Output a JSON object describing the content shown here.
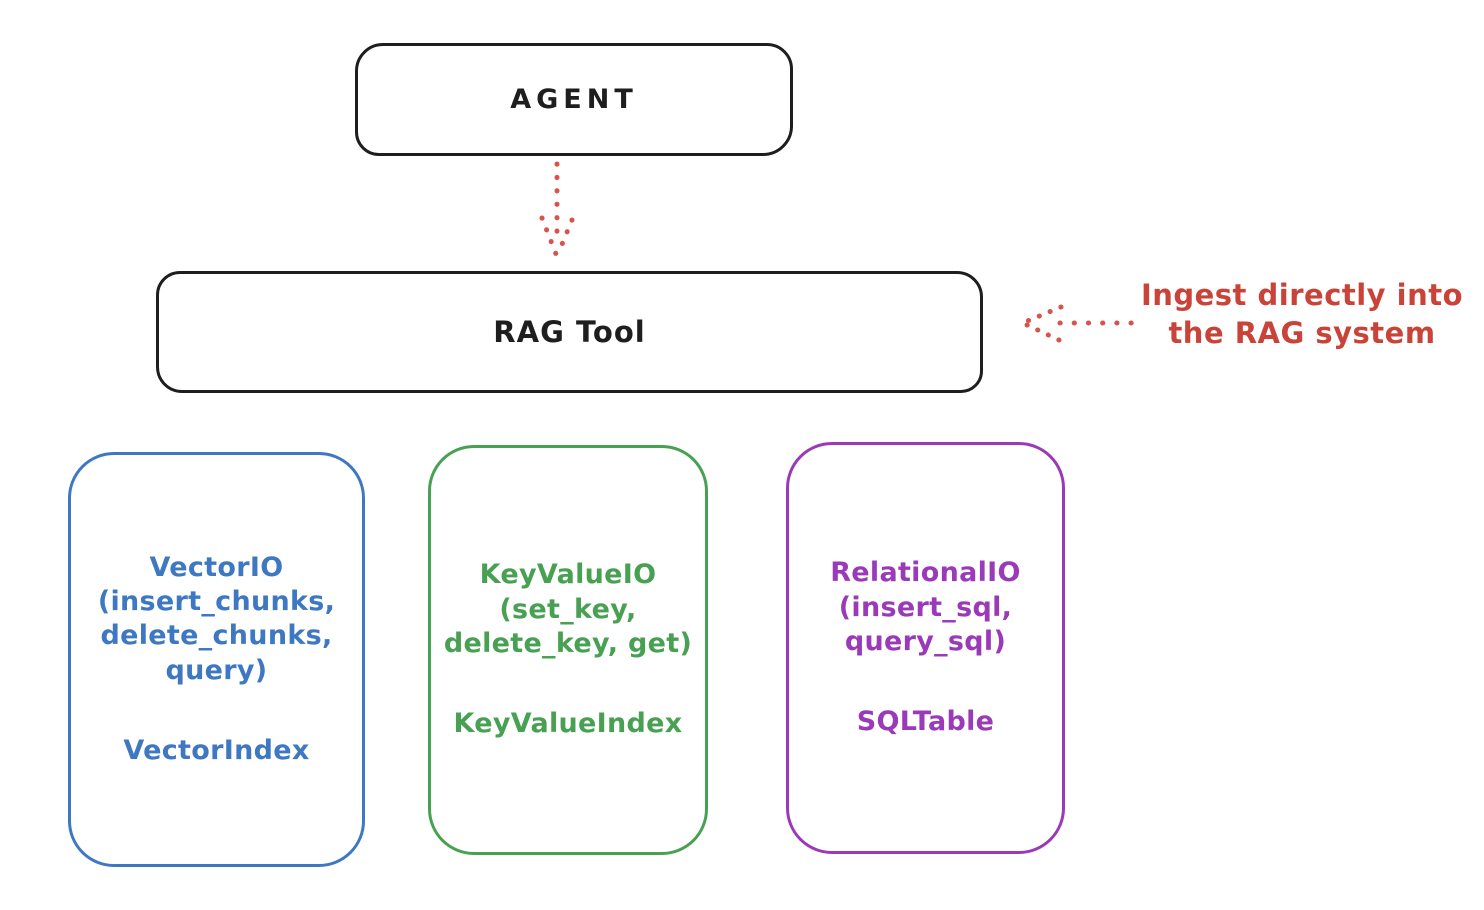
{
  "diagram": {
    "agent": {
      "label": "AGENT"
    },
    "rag_tool": {
      "label": "RAG Tool"
    },
    "annotation": {
      "line1": "Ingest directly into",
      "line2": "the RAG system"
    },
    "colors": {
      "ink": "#1e1e1e",
      "red_text": "#c94338",
      "red_arrow": "#d9534c",
      "blue": "#3f78c2",
      "green": "#48a152",
      "purple": "#9a3ab8",
      "background": "#ffffff"
    },
    "backends": [
      {
        "name": "vector-io",
        "lines": [
          "VectorIO",
          "(insert_chunks,",
          "delete_chunks,",
          "query)"
        ],
        "index_label": "VectorIndex",
        "color": "#3f78c2"
      },
      {
        "name": "keyvalue-io",
        "lines": [
          "KeyValueIO",
          "(set_key,",
          "delete_key, get)"
        ],
        "index_label": "KeyValueIndex",
        "color": "#48a152"
      },
      {
        "name": "relational-io",
        "lines": [
          "RelationalIO",
          "(insert_sql,",
          "query_sql)"
        ],
        "index_label": "SQLTable",
        "color": "#9a3ab8"
      }
    ]
  }
}
